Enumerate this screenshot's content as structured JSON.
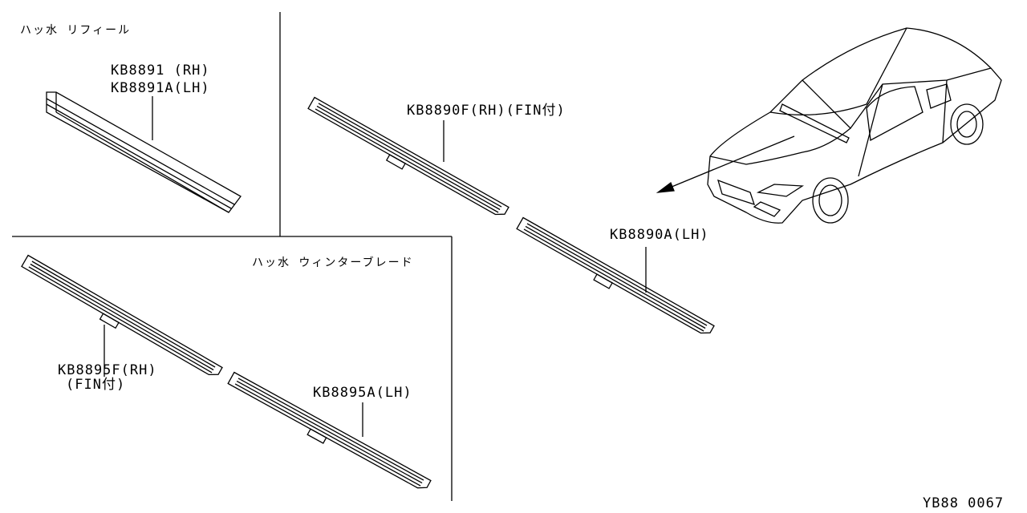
{
  "sections": {
    "refill": {
      "title": "ハッ水 リフィール",
      "part_rh": "KB8891 (RH)",
      "part_lh": "KB8891A(LH)"
    },
    "standard": {
      "part_rh": "KB8890F(RH)(FIN付)",
      "part_lh": "KB8890A(LH)"
    },
    "winter": {
      "title": "ハッ水 ウィンターブレード",
      "part_rh": "KB8895F(RH)",
      "part_rh_note": "(FIN付)",
      "part_lh": "KB8895A(LH)"
    }
  },
  "diagram_code": "YB88 0067"
}
